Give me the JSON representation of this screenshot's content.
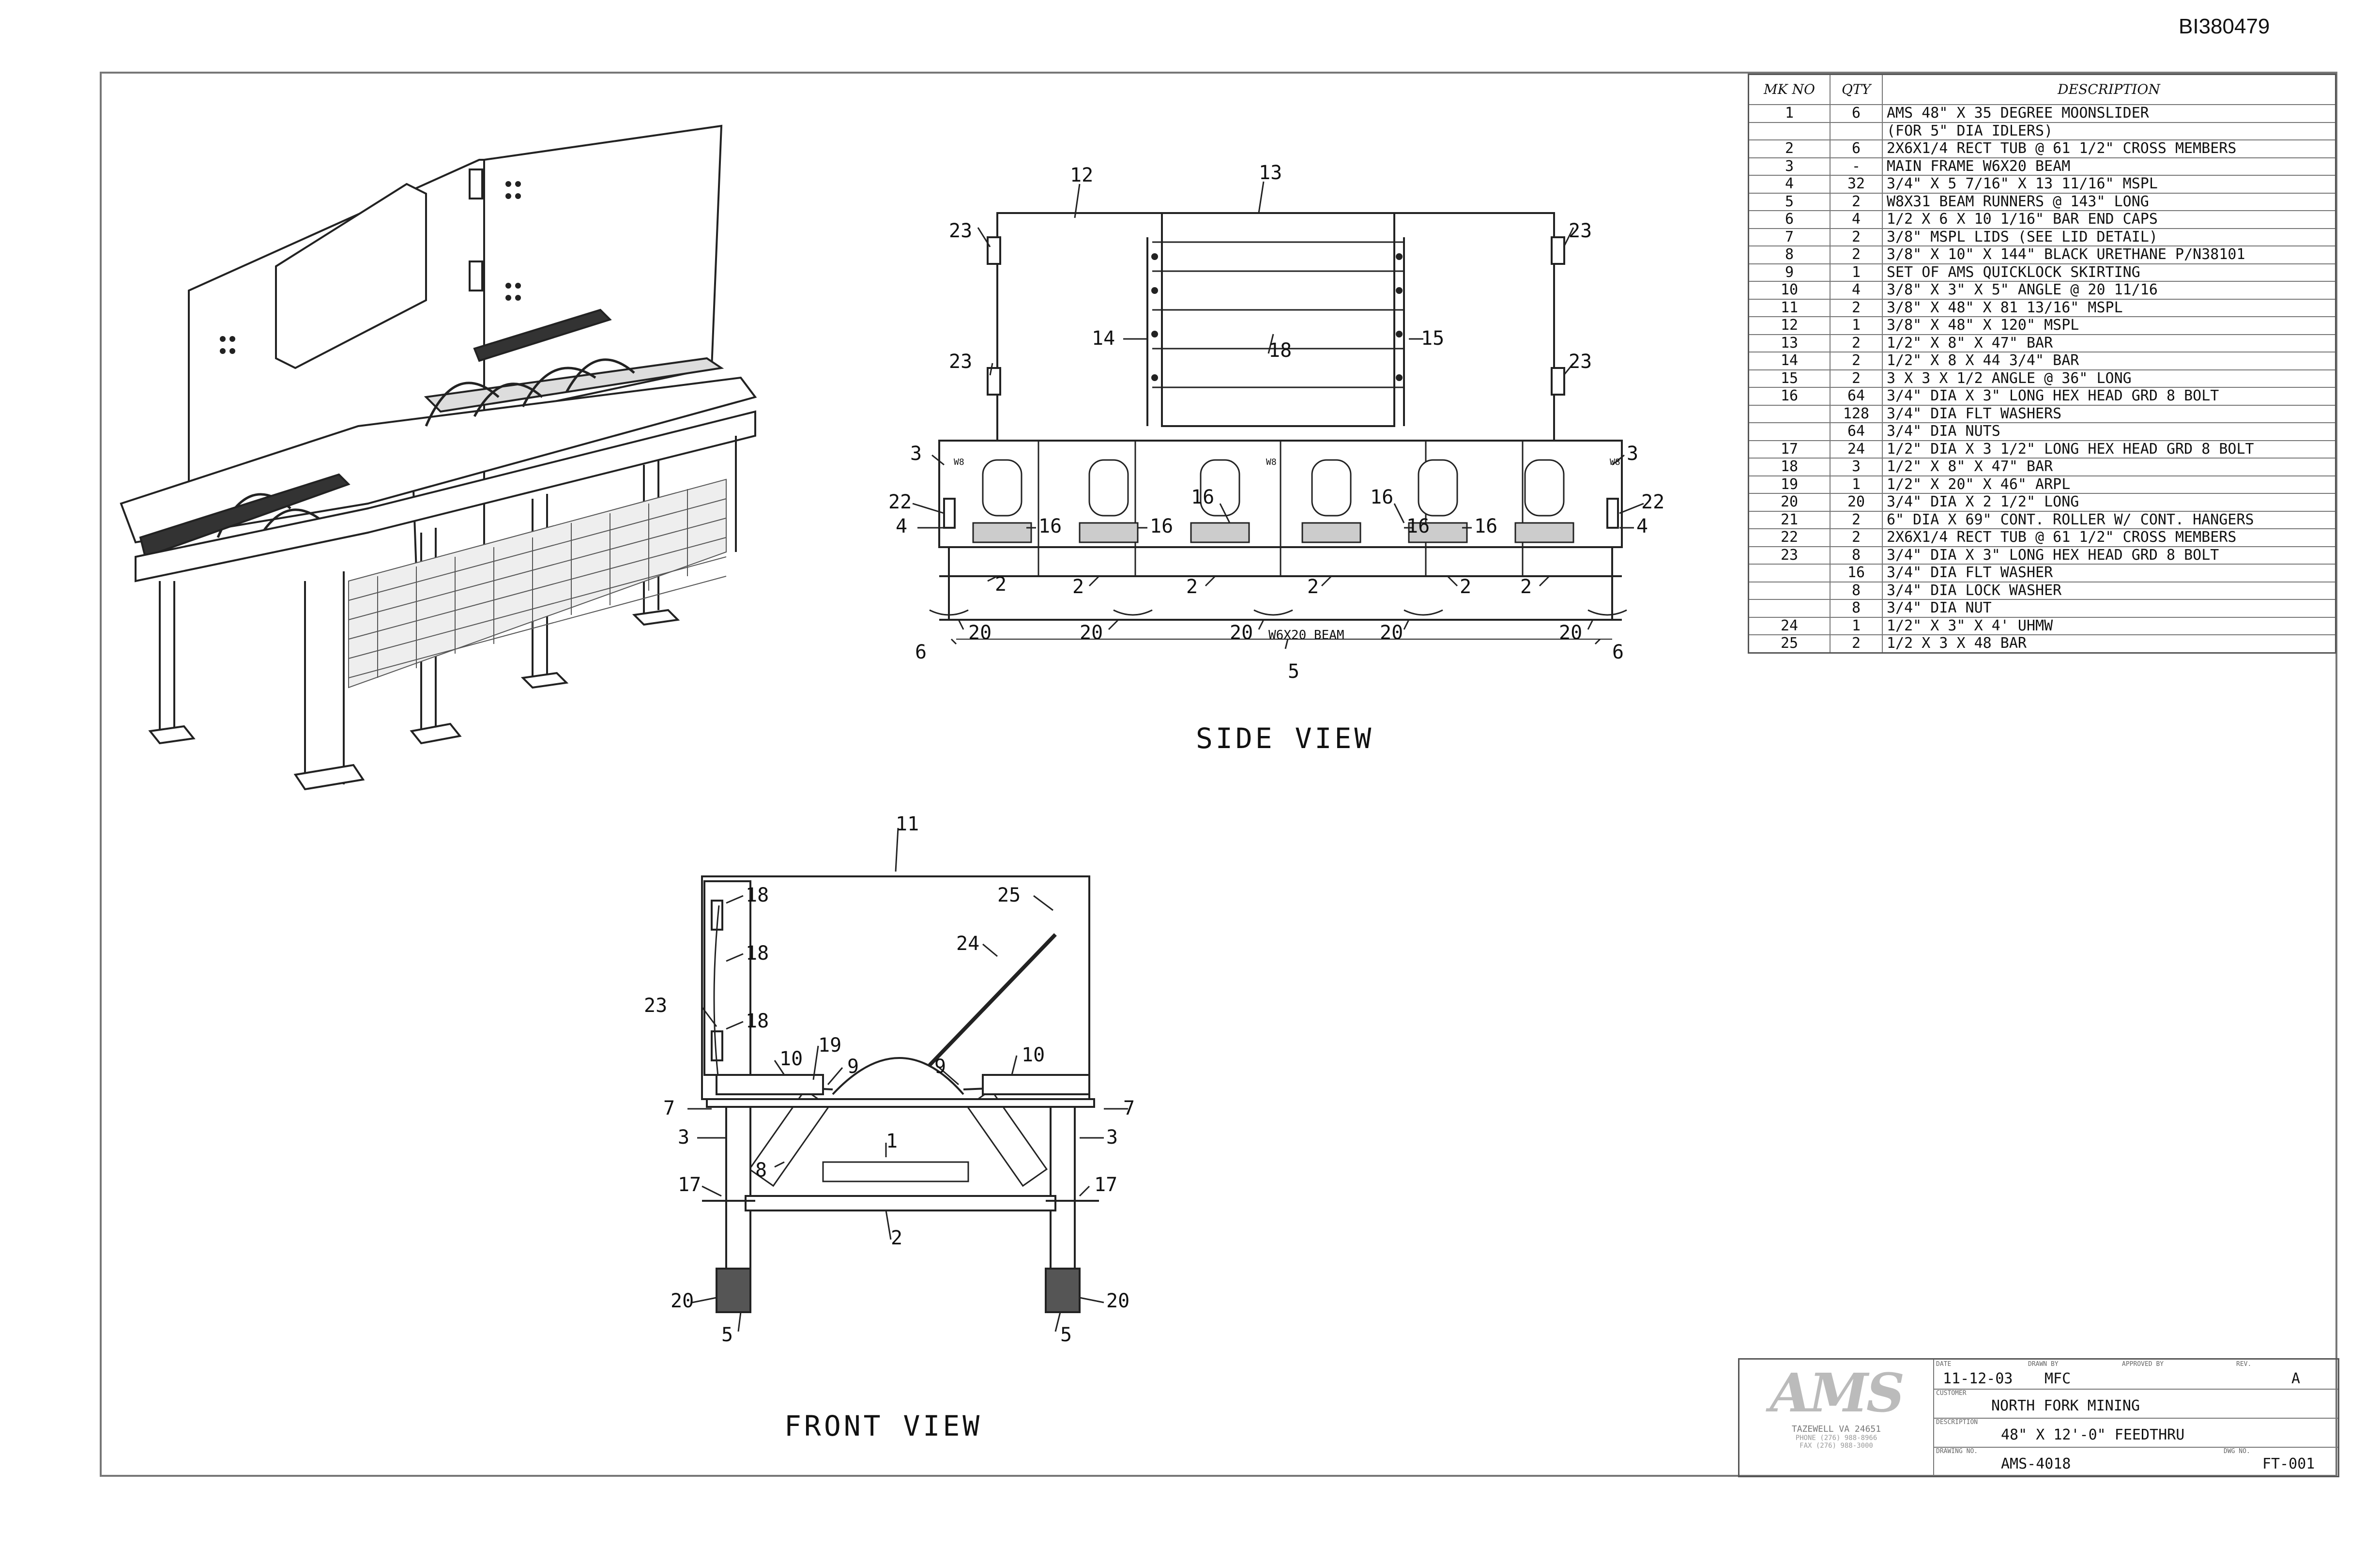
{
  "document_id": "BI380479",
  "views": {
    "side_view_label": "SIDE VIEW",
    "front_view_label": "FRONT VIEW",
    "beam_label": "W6X20 BEAM",
    "side_callouts": [
      "12",
      "13",
      "14",
      "15",
      "18",
      "23",
      "23",
      "23",
      "23",
      "3",
      "3",
      "22",
      "22",
      "4",
      "4",
      "16",
      "16",
      "16",
      "16",
      "16",
      "16",
      "2",
      "2",
      "2",
      "2",
      "2",
      "2",
      "20",
      "20",
      "20",
      "20",
      "20",
      "6",
      "6",
      "5"
    ],
    "front_callouts": [
      "11",
      "18",
      "18",
      "18",
      "23",
      "25",
      "24",
      "10",
      "19",
      "9",
      "9",
      "10",
      "7",
      "7",
      "3",
      "3",
      "8",
      "1",
      "17",
      "17",
      "2",
      "20",
      "20",
      "5",
      "5"
    ],
    "post_tag": "W8"
  },
  "bom": {
    "headers": {
      "mk": "MK NO",
      "qty": "QTY",
      "desc": "DESCRIPTION"
    },
    "rows": [
      {
        "mk": "1",
        "qty": "6",
        "desc": "AMS 48\" X 35 DEGREE MOONSLIDER"
      },
      {
        "mk": "",
        "qty": "",
        "desc": "(FOR 5\" DIA IDLERS)"
      },
      {
        "mk": "2",
        "qty": "6",
        "desc": "2X6X1/4 RECT TUB @ 61 1/2\" CROSS MEMBERS"
      },
      {
        "mk": "3",
        "qty": "-",
        "desc": "MAIN FRAME W6X20 BEAM"
      },
      {
        "mk": "4",
        "qty": "32",
        "desc": "3/4\" X 5 7/16\" X 13 11/16\" MSPL"
      },
      {
        "mk": "5",
        "qty": "2",
        "desc": "W8X31 BEAM RUNNERS @ 143\" LONG"
      },
      {
        "mk": "6",
        "qty": "4",
        "desc": "1/2 X 6 X 10 1/16\" BAR END CAPS"
      },
      {
        "mk": "7",
        "qty": "2",
        "desc": "3/8\" MSPL LIDS (SEE LID DETAIL)"
      },
      {
        "mk": "8",
        "qty": "2",
        "desc": "3/8\" X 10\" X 144\" BLACK URETHANE P/N38101"
      },
      {
        "mk": "9",
        "qty": "1",
        "desc": "SET OF AMS QUICKLOCK SKIRTING"
      },
      {
        "mk": "10",
        "qty": "4",
        "desc": "3/8\" X 3\" X 5\" ANGLE @ 20 11/16"
      },
      {
        "mk": "11",
        "qty": "2",
        "desc": "3/8\" X 48\" X 81 13/16\" MSPL"
      },
      {
        "mk": "12",
        "qty": "1",
        "desc": "3/8\" X 48\" X 120\" MSPL"
      },
      {
        "mk": "13",
        "qty": "2",
        "desc": "1/2\" X 8\" X 47\" BAR"
      },
      {
        "mk": "14",
        "qty": "2",
        "desc": "1/2\" X 8 X 44 3/4\" BAR"
      },
      {
        "mk": "15",
        "qty": "2",
        "desc": "3 X 3 X 1/2 ANGLE @ 36\" LONG"
      },
      {
        "mk": "16",
        "qty": "64",
        "desc": "3/4\" DIA X 3\" LONG HEX HEAD GRD 8 BOLT"
      },
      {
        "mk": "",
        "qty": "128",
        "desc": "3/4\" DIA FLT WASHERS"
      },
      {
        "mk": "",
        "qty": "64",
        "desc": "3/4\" DIA NUTS"
      },
      {
        "mk": "17",
        "qty": "24",
        "desc": "1/2\" DIA X 3 1/2\" LONG HEX HEAD GRD 8 BOLT"
      },
      {
        "mk": "18",
        "qty": "3",
        "desc": "1/2\" X 8\" X 47\" BAR"
      },
      {
        "mk": "19",
        "qty": "1",
        "desc": "1/2\" X 20\" X 46\" ARPL"
      },
      {
        "mk": "20",
        "qty": "20",
        "desc": "3/4\" DIA X 2 1/2\" LONG"
      },
      {
        "mk": "21",
        "qty": "2",
        "desc": "6\" DIA X 69\" CONT. ROLLER W/ CONT. HANGERS"
      },
      {
        "mk": "22",
        "qty": "2",
        "desc": "2X6X1/4 RECT TUB @ 61 1/2\" CROSS MEMBERS"
      },
      {
        "mk": "23",
        "qty": "8",
        "desc": "3/4\" DIA X 3\" LONG HEX HEAD GRD 8 BOLT"
      },
      {
        "mk": "",
        "qty": "16",
        "desc": "3/4\" DIA FLT WASHER"
      },
      {
        "mk": "",
        "qty": "8",
        "desc": "3/4\" DIA LOCK WASHER"
      },
      {
        "mk": "",
        "qty": "8",
        "desc": "3/4\" DIA NUT"
      },
      {
        "mk": "24",
        "qty": "1",
        "desc": "1/2\" X 3\" X 4' UHMW"
      },
      {
        "mk": "25",
        "qty": "2",
        "desc": "1/2 X 3 X 48 BAR"
      }
    ]
  },
  "title_block": {
    "logo": "AMS",
    "location": "TAZEWELL VA 24651",
    "phone_lines": [
      "PHONE (276) 988-8966",
      "FAX (276) 988-3000"
    ],
    "date": "11-12-03",
    "drawn_by": "MFC",
    "rev": "A",
    "customer": "NORTH FORK MINING",
    "description": "48\" X 12'-0\" FEEDTHRU",
    "drawing_no": "AMS-4018",
    "sheet": "FT-001",
    "labels": {
      "date": "DATE",
      "drawn": "DRAWN BY",
      "approved": "APPROVED BY",
      "rev": "REV.",
      "customer": "CUSTOMER",
      "description": "DESCRIPTION",
      "drawing": "DRAWING NO.",
      "sheet": "DWG NO."
    }
  }
}
